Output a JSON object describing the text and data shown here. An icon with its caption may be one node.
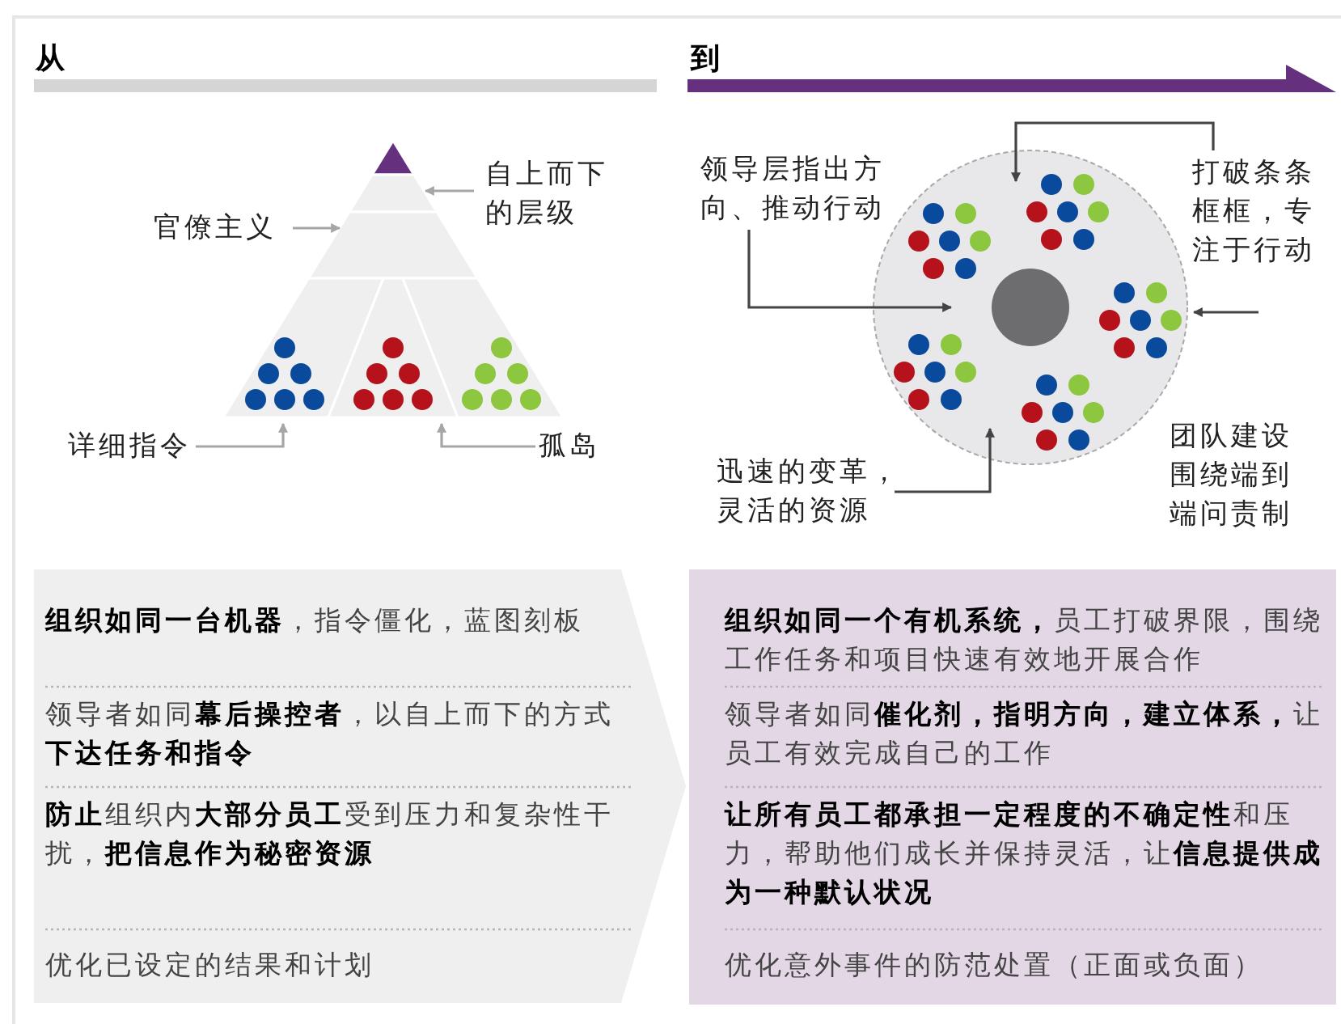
{
  "diagram": {
    "nodes": [
      {
        "text": [],
        "shape": "triangle"
      },
      {
        "text": [],
        "shape": "trapezoid"
      },
      {
        "text": [],
        "shape": "trapezoid"
      },
      {
        "text": [],
        "shape": "trapezoid"
      },
      {
        "text": [],
        "shape": "trapezoid"
      },
      {
        "text": [],
        "shape": "trapezoid"
      },
      {
        "text": [
          "自上而下的层级"
        ]
      },
      {
        "text": [
          "官僚主义"
        ]
      },
      {
        "text": [
          "详细指令"
        ]
      },
      {
        "text": [
          "孤岛"
        ]
      },
      {
        "text": [],
        "shape": "circle"
      },
      {
        "text": [
          "领导层指出方向、推动行动"
        ]
      },
      {
        "text": [
          "打破条条框框，专注于行动"
        ]
      },
      {
        "text": [
          "迅速的变革，灵活的资源"
        ]
      },
      {
        "text": [
          "团队建设围绕端到端问责制"
        ]
      },
      {
        "text": [
          "**组织如同一台机器**，指令僵化，蓝图刻板",
          "领导者如同**幕后操控者**，以自上而下的方式**下达任务和指令**",
          "**防止**组织内**大部分员工**受到压力和复杂性干扰，**把信息作为秘密资源**",
          "优化已设定的结果和计划"
        ]
      },
      {
        "text": [
          "**组织如同一个有机系统，**员工打破界限，围绕工作任务和项目快速有效地开展合作",
          "领导者如同**催化剂，指明方向，建立体系，**让员工有效完成自己的工作",
          "**让所有员工都承担一定程度的不确定性**和压力，帮助他们成长并保持灵活，让**信息提供成为一种默认状况**",
          "优化意外事件的防范处置（正面或负面）"
        ]
      }
    ],
    "edges": [
      {
        "from": 6,
        "to": 1,
        "arrow": "to",
        "color": "#a6a6a6"
      },
      {
        "from": 7,
        "to": 2,
        "arrow": "to",
        "color": "#a6a6a6"
      },
      {
        "from": 8,
        "to": 3,
        "arrow": "to",
        "color": "#a6a6a6"
      },
      {
        "from": 9,
        "to": 4,
        "arrow": "to",
        "color": "#a6a6a6"
      },
      {
        "from": 11,
        "to": 10,
        "arrow": "to",
        "color": "#444444"
      },
      {
        "from": 12,
        "to": 10,
        "arrow": "to",
        "color": "#444444"
      },
      {
        "from": null,
        "to": 10,
        "arrow": "to",
        "color": "#444444"
      },
      {
        "from": 13,
        "to": 10,
        "arrow": "to",
        "color": "#444444"
      }
    ],
    "labels": [
      "从",
      "到"
    ]
  }
}
